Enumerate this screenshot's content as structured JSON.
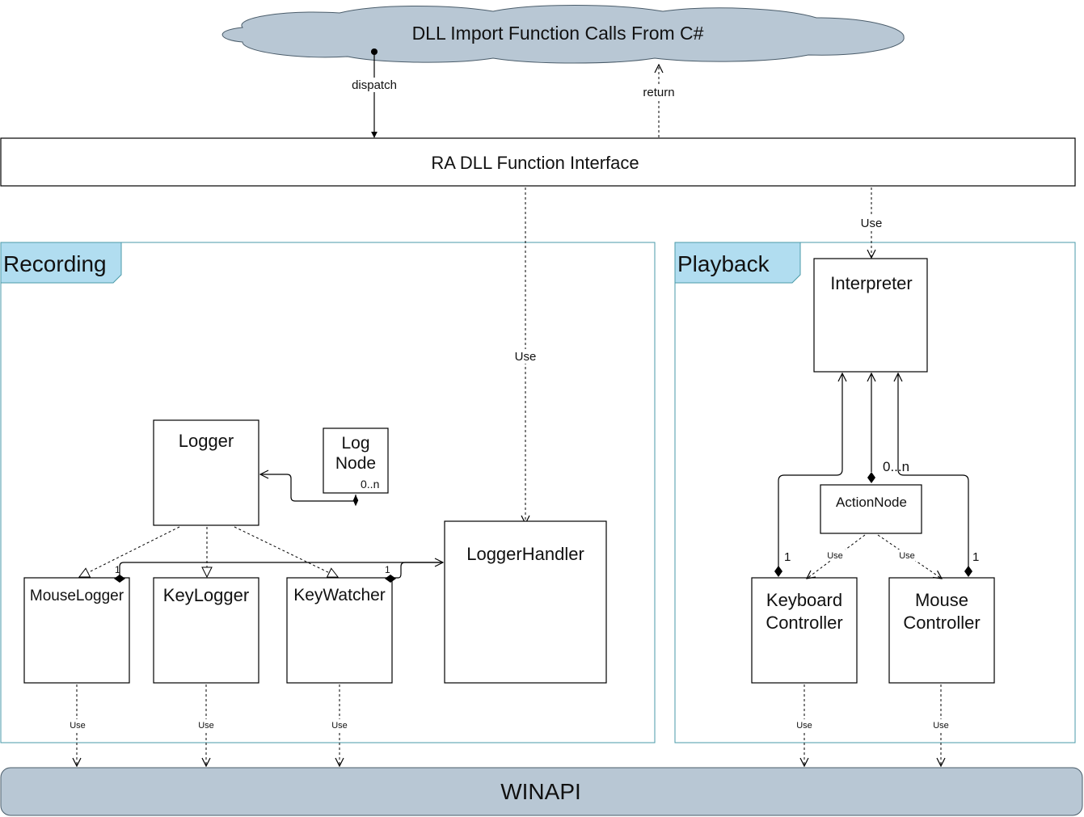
{
  "colors": {
    "cloud": "#b8c7d4",
    "winapi": "#b8c7d4",
    "tab": "#b1ddf0",
    "frame": "#4a9aa8"
  },
  "cloud_label": "DLL Import Function Calls From C#",
  "interface_label": "RA DLL Function Interface",
  "winapi_label": "WINAPI",
  "edges": {
    "dispatch": "dispatch",
    "return": "return",
    "use": "Use"
  },
  "recording": {
    "title": "Recording",
    "logger": "Logger",
    "lognode_1": "Log",
    "lognode_2": "Node",
    "lognode_mult": "0..n",
    "mouse_logger": "MouseLogger",
    "key_logger": "KeyLogger",
    "key_watcher": "KeyWatcher",
    "logger_handler": "LoggerHandler",
    "mult_one": "1"
  },
  "playback": {
    "title": "Playback",
    "interpreter": "Interpreter",
    "action_node": "ActionNode",
    "action_mult": "0...n",
    "keyboard_1": "Keyboard",
    "keyboard_2": "Controller",
    "mouse_1": "Mouse",
    "mouse_2": "Controller",
    "mult_one": "1"
  }
}
